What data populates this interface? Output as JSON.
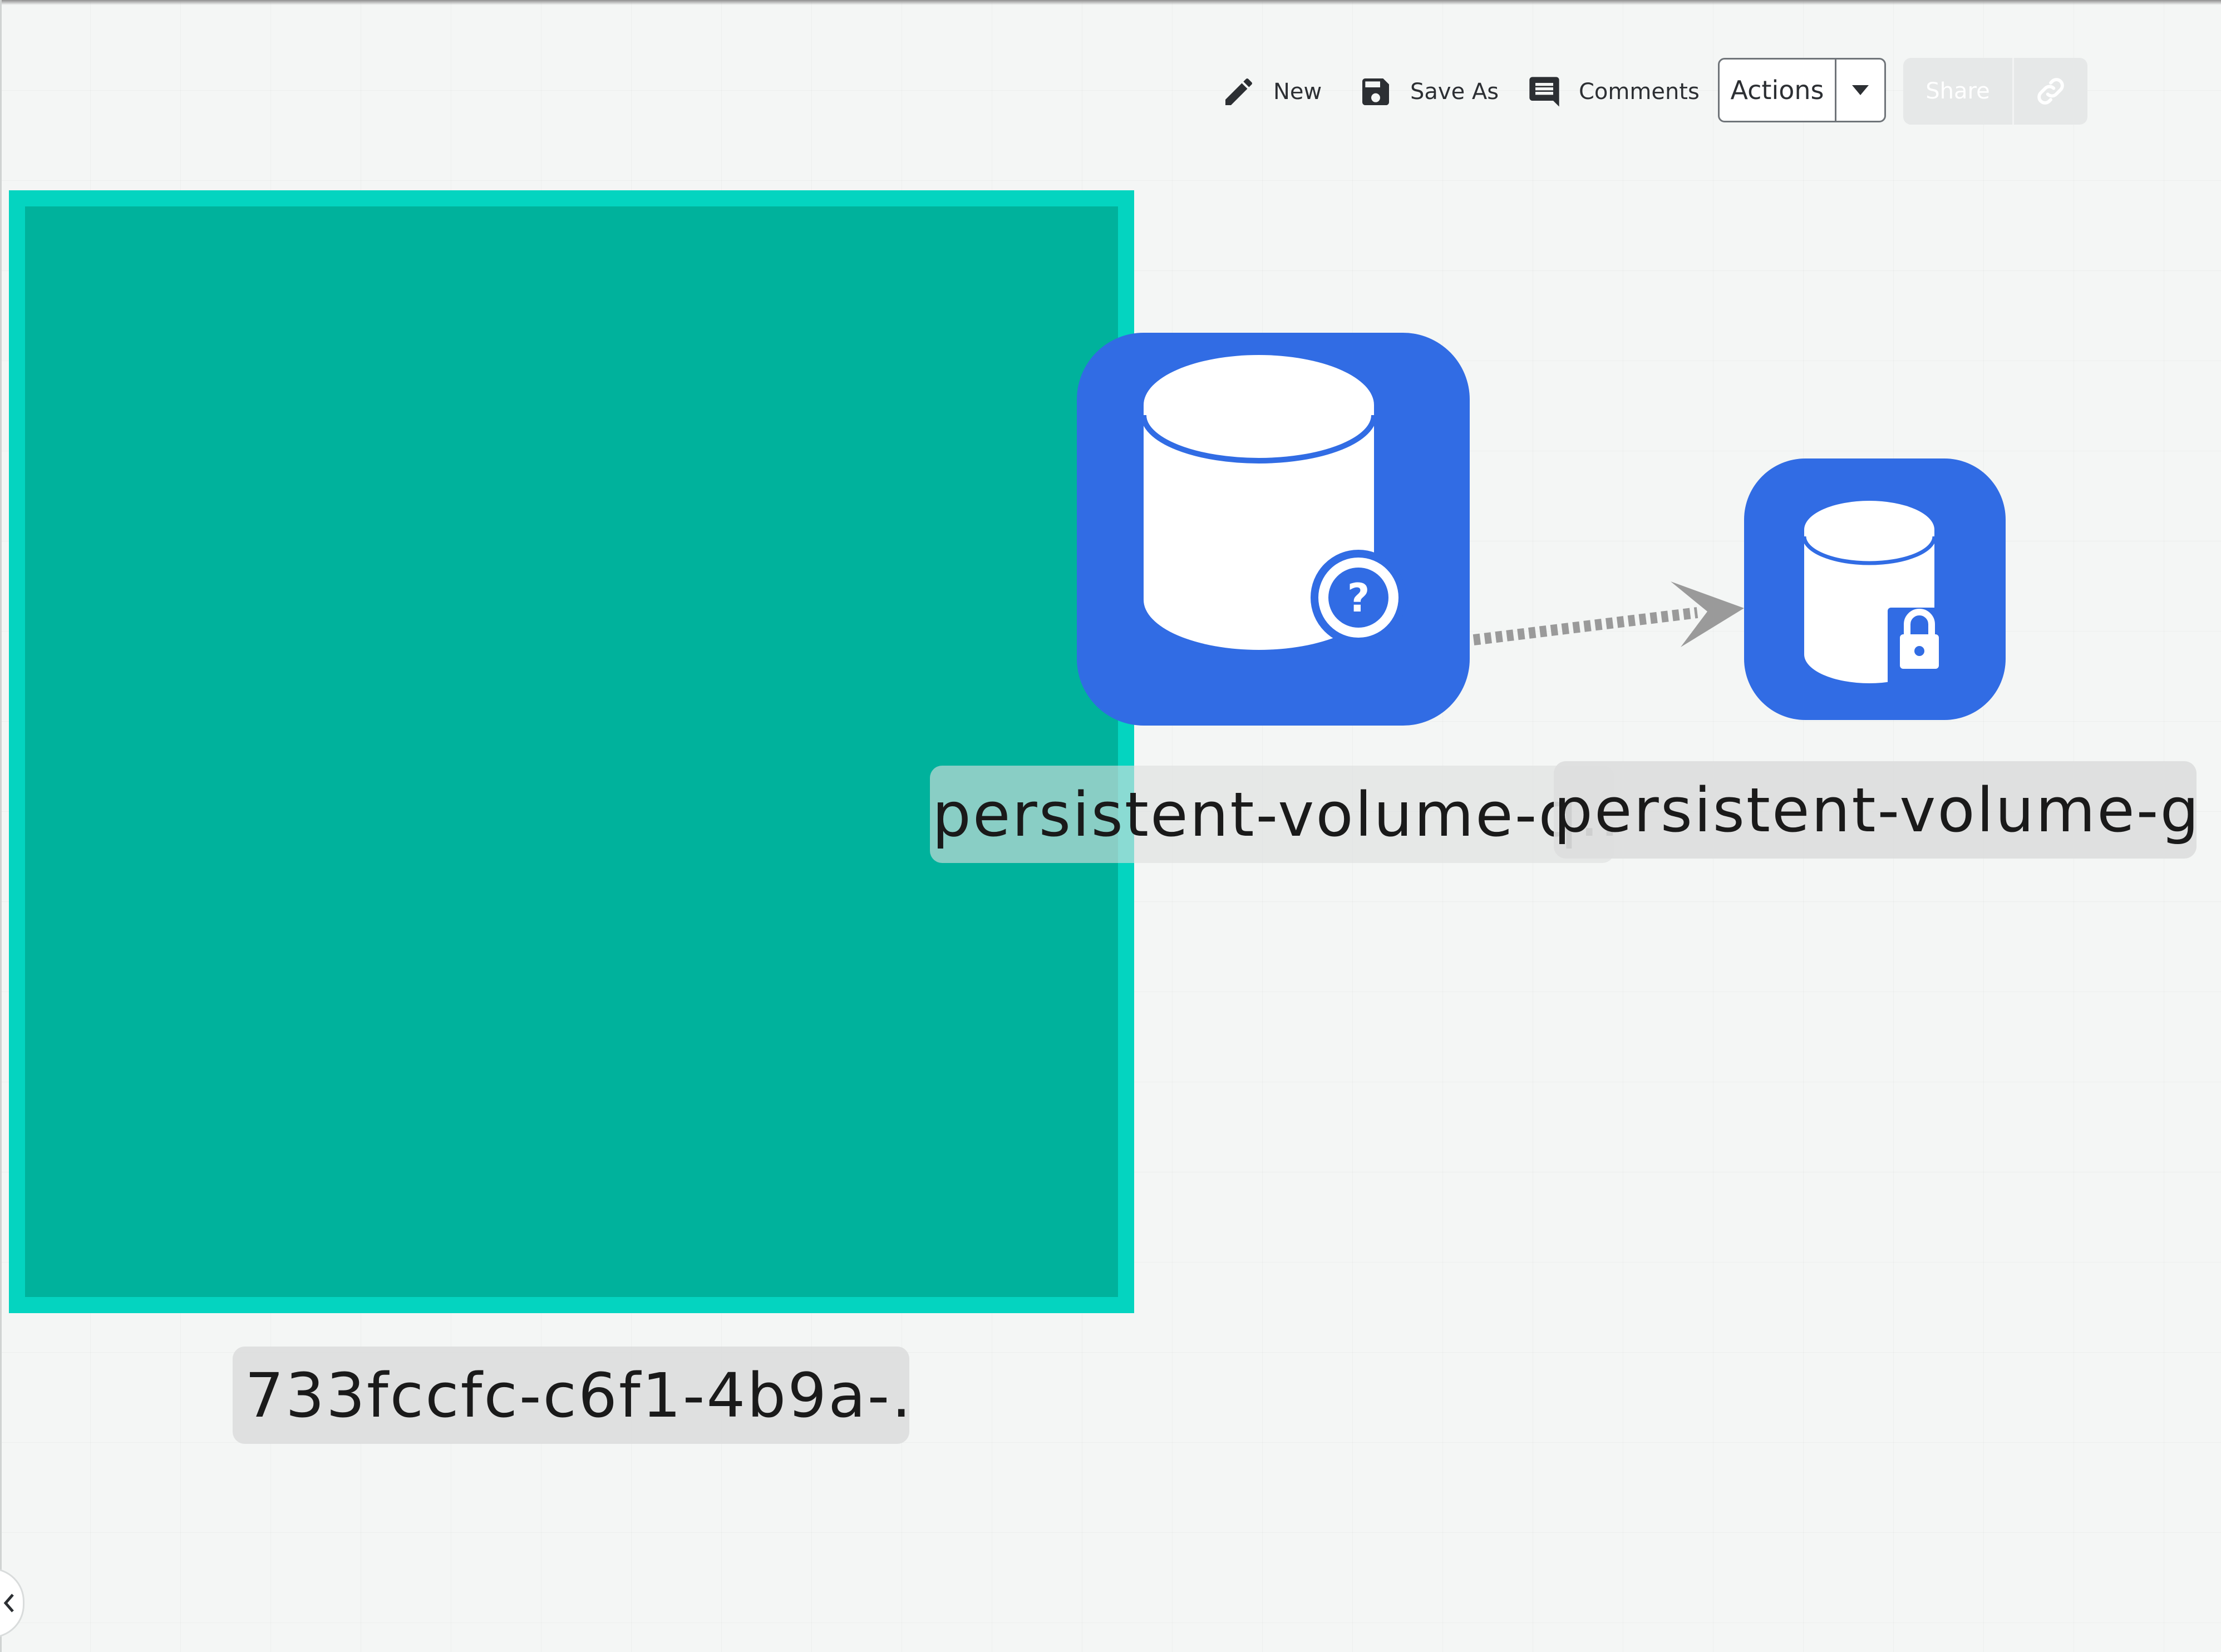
{
  "toolbar": {
    "new_label": "New",
    "save_as_label": "Save As",
    "comments_label": "Comments",
    "actions_label": "Actions",
    "share_label": "Share"
  },
  "diagram": {
    "group": {
      "label": "733fccfc-c6f1-4b9a-…",
      "fill_color": "#00b29c",
      "border_color": "#04d4c0"
    },
    "nodes": [
      {
        "label": "persistent-volume-q…",
        "icon": "database-question-icon",
        "color": "#316ce4"
      },
      {
        "label": "persistent-volume-gk",
        "icon": "database-lock-icon",
        "color": "#316ce4"
      }
    ],
    "edge": {
      "style": "dashed",
      "color": "#9a9a9a"
    }
  },
  "colors": {
    "accent": "#316ce4",
    "canvas": "#f4f6f5"
  }
}
